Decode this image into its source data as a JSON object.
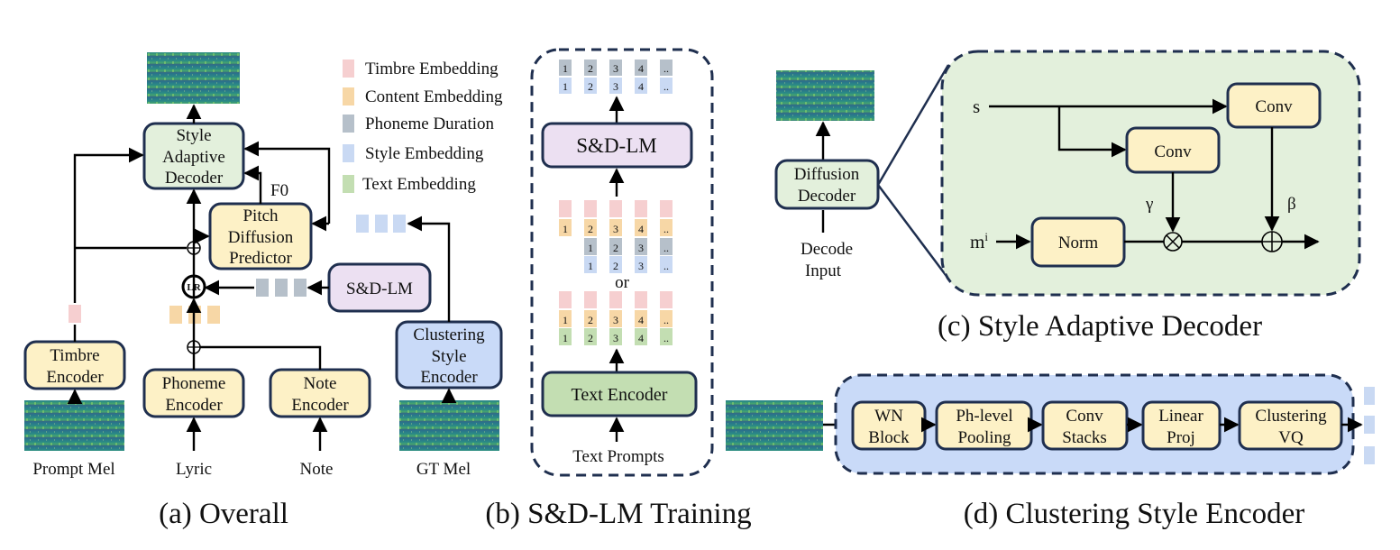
{
  "colors": {
    "timbre": "#f6cfd0",
    "content": "#f7d7a6",
    "duration": "#b6c0ca",
    "style": "#c9d9f3",
    "text": "#c3deb2",
    "box_yellow": "#fdf1c6",
    "box_green": "#e3f0dc",
    "box_purple": "#ece0f2",
    "box_blue": "#c9daf8",
    "border": "#1f2f4f"
  },
  "legend": [
    {
      "label": "Timbre Embedding",
      "color_key": "timbre"
    },
    {
      "label": "Content Embedding",
      "color_key": "content"
    },
    {
      "label": "Phoneme Duration",
      "color_key": "duration"
    },
    {
      "label": "Style Embedding",
      "color_key": "style"
    },
    {
      "label": "Text Embedding",
      "color_key": "text"
    }
  ],
  "panel_a": {
    "caption": "(a) Overall",
    "style_decoder": [
      "Style",
      "Adaptive",
      "Decoder"
    ],
    "pitch_predictor": [
      "Pitch",
      "Diffusion",
      "Predictor"
    ],
    "f0": "F0",
    "lr": "LR",
    "sd_lm": "S&D-LM",
    "timbre_encoder": [
      "Timbre",
      "Encoder"
    ],
    "phoneme_encoder": [
      "Phoneme",
      "Encoder"
    ],
    "note_encoder": [
      "Note",
      "Encoder"
    ],
    "clustering_encoder": [
      "Clustering",
      "Style",
      "Encoder"
    ],
    "input_prompt_mel": "Prompt Mel",
    "input_lyric": "Lyric",
    "input_note": "Note",
    "input_gt_mel": "GT Mel"
  },
  "panel_b": {
    "caption": "(b) S&D-LM Training",
    "sd_lm": "S&D-LM",
    "text_encoder": "Text Encoder",
    "text_prompts": "Text Prompts",
    "or": "or",
    "top_row1": [
      "1",
      "2",
      "3",
      "4",
      ".."
    ],
    "top_row2": [
      "1",
      "2",
      "3",
      "4",
      ".."
    ],
    "mid_content": [
      "1",
      "2",
      "3",
      "4",
      ".."
    ],
    "mid_duration": [
      "1",
      "2",
      "3",
      ".."
    ],
    "mid_style": [
      "1",
      "2",
      "3",
      ".."
    ],
    "low_content": [
      "1",
      "2",
      "3",
      "4",
      ".."
    ],
    "low_text": [
      "1",
      "2",
      "3",
      "4",
      ".."
    ]
  },
  "panel_c": {
    "caption": "(c) Style Adaptive Decoder",
    "diffusion_decoder": [
      "Diffusion",
      "Decoder"
    ],
    "decode_input": [
      "Decode",
      "Input"
    ],
    "s": "s",
    "m": "m",
    "m_sup": "i",
    "conv": "Conv",
    "norm": "Norm",
    "gamma": "γ",
    "beta": "β"
  },
  "panel_d": {
    "caption": "(d) Clustering Style Encoder",
    "blocks": [
      [
        "WN",
        "Block"
      ],
      [
        "Ph-level",
        "Pooling"
      ],
      [
        "Conv",
        "Stacks"
      ],
      [
        "Linear",
        "Proj"
      ],
      [
        "Clustering",
        "VQ"
      ]
    ]
  }
}
